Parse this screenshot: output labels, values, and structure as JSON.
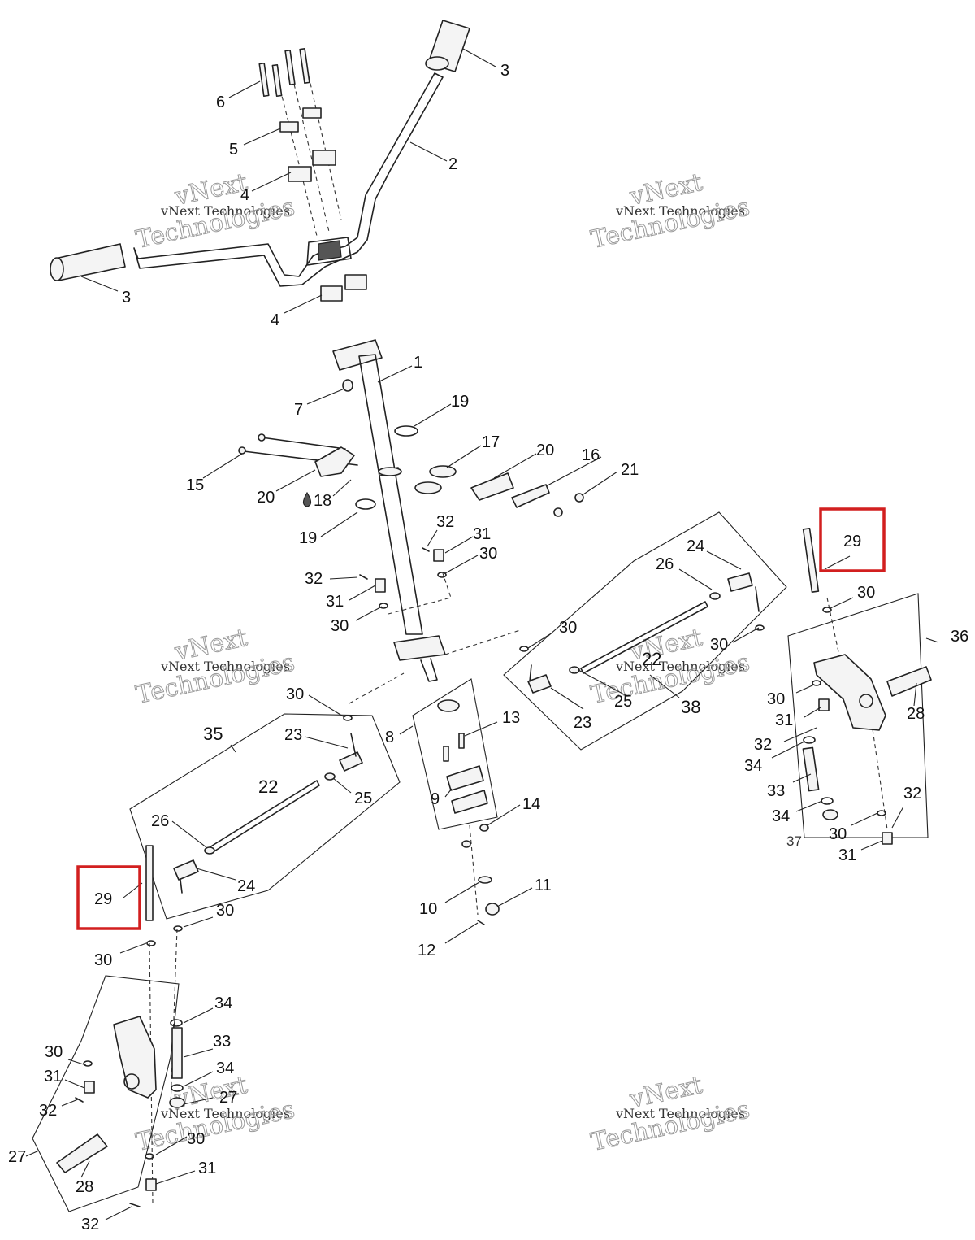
{
  "diagram": {
    "callouts": {
      "c1": "1",
      "c2": "2",
      "c3a": "3",
      "c3b": "3",
      "c4a": "4",
      "c4b": "4",
      "c5": "5",
      "c6": "6",
      "c7": "7",
      "c8": "8",
      "c9": "9",
      "c10": "10",
      "c11": "11",
      "c12": "12",
      "c13": "13",
      "c14": "14",
      "c15": "15",
      "c16": "16",
      "c17": "17",
      "c18": "18",
      "c19a": "19",
      "c19b": "19",
      "c20a": "20",
      "c20b": "20",
      "c21": "21",
      "c22a": "22",
      "c22b": "22",
      "c23a": "23",
      "c23b": "23",
      "c24a": "24",
      "c24b": "24",
      "c25a": "25",
      "c25b": "25",
      "c26a": "26",
      "c26b": "26",
      "c27a": "27",
      "c27b": "27",
      "c28a": "28",
      "c28b": "28",
      "c29a": "29",
      "c29b": "29",
      "c30a": "30",
      "c30b": "30",
      "c30c": "30",
      "c30d": "30",
      "c30e": "30",
      "c30f": "30",
      "c30g": "30",
      "c30h": "30",
      "c30i": "30",
      "c30j": "30",
      "c30k": "30",
      "c30l": "30",
      "c31a": "31",
      "c31b": "31",
      "c31c": "31",
      "c31d": "31",
      "c31e": "31",
      "c32a": "32",
      "c32b": "32",
      "c32c": "32",
      "c32d": "32",
      "c32e": "32",
      "c33a": "33",
      "c33b": "33",
      "c34a": "34",
      "c34b": "34",
      "c34c": "34",
      "c34d": "34",
      "c35": "35",
      "c36": "36",
      "c37": "37",
      "c38": "38"
    },
    "watermark": {
      "line1": "vNext",
      "line2": "vNext Technologies",
      "line3": "Technologies"
    },
    "highlight_color": "#d21f1f"
  }
}
